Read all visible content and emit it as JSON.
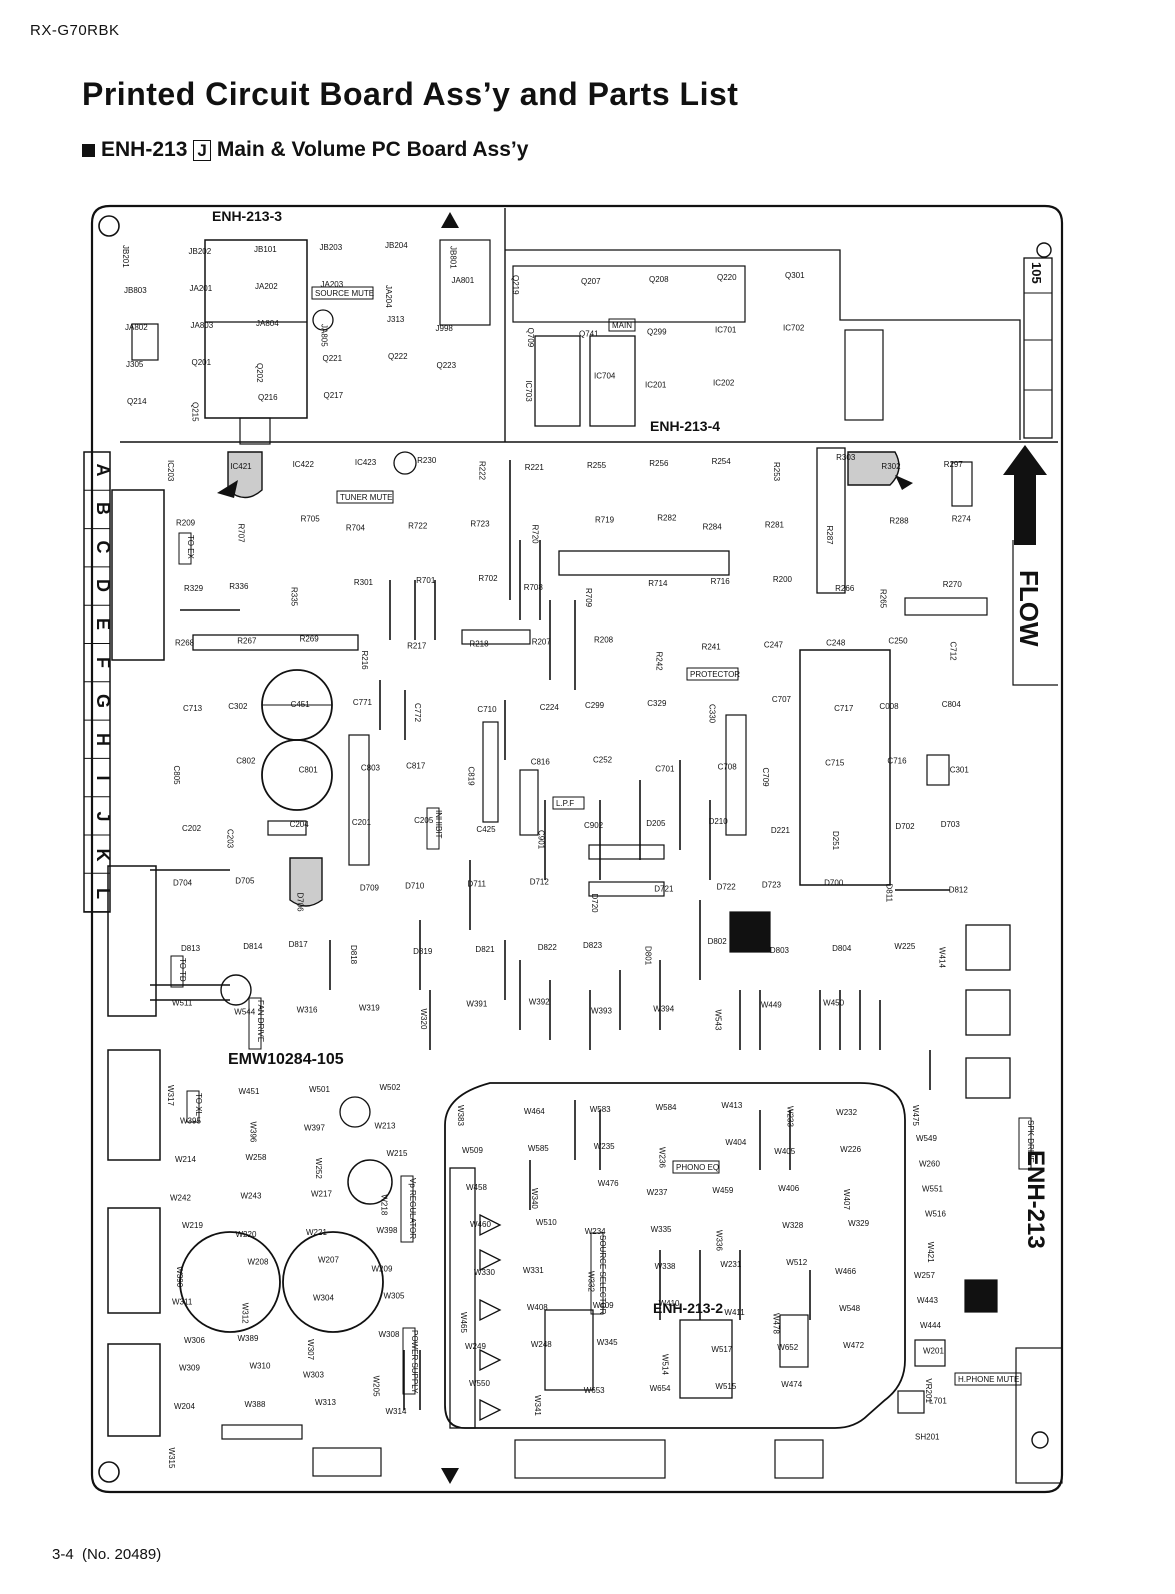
{
  "header": {
    "model": "RX-G70RBK",
    "title": "Printed Circuit Board Ass’y and Parts List",
    "subtitle_prefix": "ENH-213",
    "subtitle_boxed": "J",
    "subtitle_suffix": "Main & Volume PC Board Ass’y"
  },
  "board": {
    "sub_boards": [
      "ENH-213-3",
      "ENH-213-4",
      "ENH-213-2"
    ],
    "main_code": "ENH-213",
    "pattern_code": "EMW10284-105",
    "flow_label": "FLOW",
    "page_tag": "105",
    "row_letters": [
      "A",
      "B",
      "C",
      "D",
      "E",
      "F",
      "G",
      "H",
      "I",
      "J",
      "K",
      "L"
    ],
    "label_boxes": [
      "TUNER MUTE",
      "SOURCE MUTE",
      "MAIN",
      "PROTECTOR",
      "L.P.F",
      "INHIBIT",
      "FAN DRIVE",
      "TO EX",
      "TO TD",
      "TO XL",
      "Vp REGULATOR",
      "POWER SUPPLY",
      "SPK DRIVE",
      "H.PHONE MUTE",
      "PHONO EQ",
      "SOURCE SELECTOR"
    ],
    "connectors": [
      "JB201",
      "JB202",
      "JB101",
      "JB203",
      "JB204",
      "JB801",
      "JB803",
      "JA201",
      "JA202",
      "JA203",
      "JA204",
      "JA801",
      "JA802",
      "JA803",
      "JA804",
      "JA805",
      "J313",
      "J998",
      "J305"
    ],
    "transistors": [
      "Q201",
      "Q202",
      "Q221",
      "Q222",
      "Q223",
      "Q214",
      "Q215",
      "Q216",
      "Q217",
      "Q219",
      "Q207",
      "Q208",
      "Q220",
      "Q301",
      "Q709",
      "Q741",
      "Q299"
    ],
    "ics": [
      "IC701",
      "IC702",
      "IC703",
      "IC704",
      "IC201",
      "IC202",
      "IC203",
      "IC421",
      "IC422",
      "IC423"
    ],
    "resistors": [
      "R230",
      "R222",
      "R221",
      "R255",
      "R256",
      "R254",
      "R253",
      "R303",
      "R302",
      "R297",
      "R209",
      "R707",
      "R705",
      "R704",
      "R722",
      "R723",
      "R720",
      "R719",
      "R282",
      "R284",
      "R281",
      "R287",
      "R288",
      "R274",
      "R329",
      "R336",
      "R335",
      "R301",
      "R701",
      "R702",
      "R708",
      "R709",
      "R714",
      "R716",
      "R200",
      "R266",
      "R265",
      "R270",
      "R268",
      "R267",
      "R269",
      "R216",
      "R217",
      "R218",
      "R207",
      "R208",
      "R242",
      "R241"
    ],
    "capacitors": [
      "C247",
      "C248",
      "C250",
      "C712",
      "C713",
      "C302",
      "C451",
      "C771",
      "C772",
      "C710",
      "C224",
      "C299",
      "C329",
      "C330",
      "C707",
      "C717",
      "C008",
      "C804",
      "C805",
      "C802",
      "C801",
      "C803",
      "C817",
      "C819",
      "C816",
      "C252",
      "C701",
      "C708",
      "C709",
      "C715",
      "C716",
      "C301",
      "C202",
      "C203",
      "C204",
      "C201",
      "C205",
      "C425",
      "C901",
      "C902"
    ],
    "diodes": [
      "D205",
      "D210",
      "D221",
      "D251",
      "D702",
      "D703",
      "D704",
      "D705",
      "D706",
      "D709",
      "D710",
      "D711",
      "D712",
      "D720",
      "D721",
      "D722",
      "D723",
      "D700",
      "D811",
      "D812",
      "D813",
      "D814",
      "D817",
      "D818",
      "D819",
      "D821",
      "D822",
      "D823",
      "D801",
      "D802",
      "D803",
      "D804"
    ],
    "wires": [
      "W225",
      "W414",
      "W511",
      "W544",
      "W316",
      "W319",
      "W320",
      "W391",
      "W392",
      "W393",
      "W394",
      "W543",
      "W449",
      "W450",
      "W317",
      "W451",
      "W501",
      "W502",
      "W395",
      "W396",
      "W397",
      "W213",
      "W214",
      "W258",
      "W252",
      "W215",
      "W242",
      "W243",
      "W217",
      "W218",
      "W219",
      "W220",
      "W221",
      "W398",
      "W390",
      "W208",
      "W207",
      "W209",
      "W311",
      "W312",
      "W304",
      "W305",
      "W306",
      "W389",
      "W307",
      "W308",
      "W309",
      "W310",
      "W303",
      "W205",
      "W204",
      "W388",
      "W313",
      "W314",
      "W315",
      "W383",
      "W464",
      "W583",
      "W584",
      "W413",
      "W233",
      "W232",
      "W509",
      "W585",
      "W235",
      "W236",
      "W404",
      "W405",
      "W226",
      "W458",
      "W340",
      "W476",
      "W237",
      "W459",
      "W406",
      "W407",
      "W460",
      "W510",
      "W234",
      "W335",
      "W336",
      "W328",
      "W329",
      "W330",
      "W331",
      "W332",
      "W338",
      "W231",
      "W512",
      "W466",
      "W465",
      "W408",
      "W409",
      "W410",
      "W411",
      "W478",
      "W548",
      "W249",
      "W248",
      "W345",
      "W514",
      "W517",
      "W652",
      "W472",
      "W550",
      "W341",
      "W653",
      "W654",
      "W515",
      "W474",
      "W475",
      "W549",
      "W260",
      "W551",
      "W516",
      "W421",
      "W257",
      "W443",
      "W444",
      "W201"
    ],
    "switches_vr": [
      "VR201",
      "L701",
      "SH201"
    ]
  }
}
